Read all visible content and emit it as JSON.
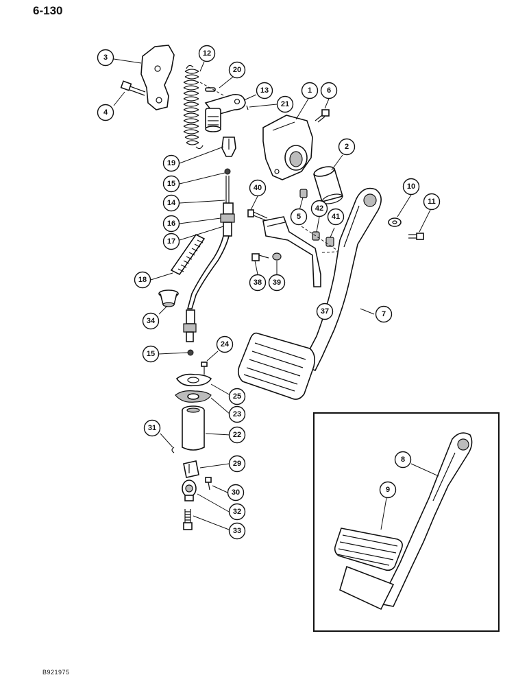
{
  "page": {
    "number": "6-130",
    "figure_code": "B921975"
  },
  "callouts": {
    "c1": "1",
    "c2": "2",
    "c3": "3",
    "c4": "4",
    "c5": "5",
    "c6": "6",
    "c7": "7",
    "c8": "8",
    "c9": "9",
    "c10": "10",
    "c11": "11",
    "c12": "12",
    "c13": "13",
    "c14": "14",
    "c15a": "15",
    "c15b": "15",
    "c16": "16",
    "c17": "17",
    "c18": "18",
    "c19": "19",
    "c20": "20",
    "c21": "21",
    "c22": "22",
    "c23": "23",
    "c24": "24",
    "c25": "25",
    "c29": "29",
    "c30": "30",
    "c31": "31",
    "c32": "32",
    "c33": "33",
    "c34": "34",
    "c37": "37",
    "c38": "38",
    "c39": "39",
    "c40": "40",
    "c41": "41",
    "c42": "42"
  }
}
